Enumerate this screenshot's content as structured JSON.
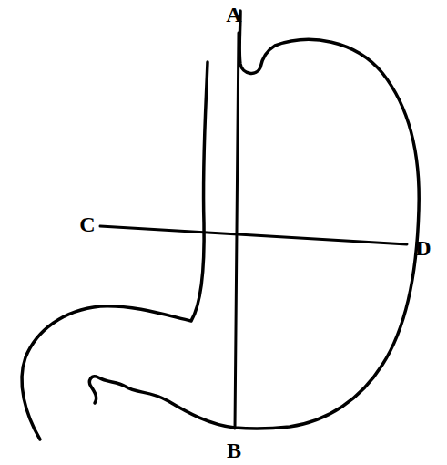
{
  "diagram": {
    "labels": [
      "A",
      "C",
      "D",
      "B"
    ]
  }
}
